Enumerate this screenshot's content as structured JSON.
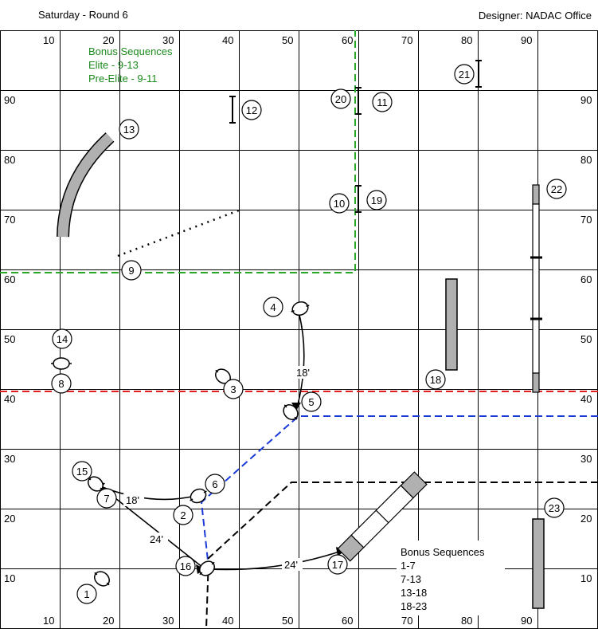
{
  "header": {
    "title": "Saturday - Round 6",
    "designer": "Designer: NADAC Office"
  },
  "grid": {
    "top_labels": [
      "10",
      "20",
      "30",
      "40",
      "50",
      "60",
      "70",
      "80",
      "90"
    ],
    "bottom_labels": [
      "10",
      "20",
      "30",
      "40",
      "50",
      "60",
      "70",
      "80",
      "90"
    ],
    "left_labels": [
      "90",
      "80",
      "70",
      "60",
      "50",
      "40",
      "30",
      "20",
      "10"
    ],
    "right_labels": [
      "90",
      "80",
      "70",
      "60",
      "50",
      "40",
      "30",
      "20",
      "10"
    ]
  },
  "bonus_top": {
    "title": "Bonus Sequences",
    "lines": [
      "Elite - 9-13",
      "Pre-Elite - 9-11"
    ]
  },
  "bonus_bottom": {
    "title": "Bonus Sequences",
    "lines": [
      "1-7",
      "7-13",
      "13-18",
      "18-23"
    ]
  },
  "distances": [
    "18'",
    "18'",
    "24'",
    "24'"
  ],
  "obstacle_numbers": [
    "1",
    "2",
    "3",
    "4",
    "5",
    "6",
    "7",
    "8",
    "9",
    "10",
    "11",
    "12",
    "13",
    "14",
    "15",
    "16",
    "17",
    "18",
    "19",
    "20",
    "21",
    "22",
    "23"
  ],
  "colors": {
    "bonus_green": "#1c8a1c",
    "line_red": "#e02020",
    "line_blue": "#1a3ad8",
    "line_green": "#28a828",
    "tunnel_gray": "#b0b0b0"
  }
}
